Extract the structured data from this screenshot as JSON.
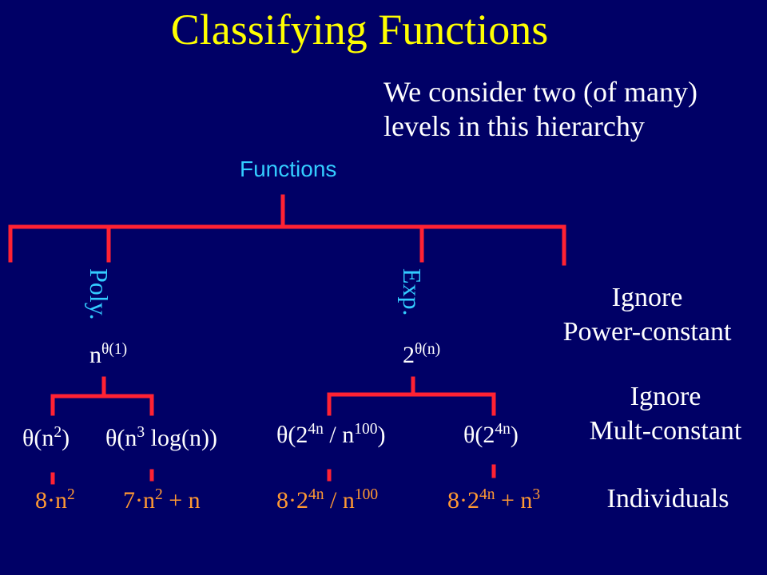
{
  "title": "Classifying Functions",
  "intro": {
    "line1": "We consider two (of many)",
    "line2": "levels in this hierarchy"
  },
  "tree": {
    "root": "Functions",
    "branch_poly": "Poly.",
    "branch_exp": "Exp.",
    "poly_class": {
      "base": "n",
      "exp": "θ(1)"
    },
    "exp_class": {
      "base": "2",
      "exp": "θ(n)"
    },
    "poly_sub": [
      {
        "pre": "θ(n",
        "exp": "2",
        "post": ")"
      },
      {
        "pre": "θ(n",
        "exp": "3",
        "post": " log(n))"
      }
    ],
    "exp_sub": [
      {
        "pre": "θ(2",
        "exp": "4n",
        "post": " / n",
        "exp2": "100",
        "post2": ")"
      },
      {
        "pre": "θ(2",
        "exp": "4n",
        "post": ")"
      }
    ],
    "individuals": [
      {
        "pre": "8·n",
        "exp": "2",
        "post": ""
      },
      {
        "pre": "7·n",
        "exp": "2",
        "post": " + n"
      },
      {
        "pre": "8·2",
        "exp": "4n",
        "post": " / n",
        "exp2": "100"
      },
      {
        "pre": "8·2",
        "exp": "4n",
        "post": " + n",
        "exp2": "3"
      }
    ]
  },
  "levels": {
    "power_line1": "Ignore",
    "power_line2": "Power-constant",
    "mult_line1": "Ignore",
    "mult_line2": "Mult-constant",
    "individuals": "Individuals"
  },
  "colors": {
    "background": "#000066",
    "title": "#ffff00",
    "lines": "#ff2233",
    "cyan_text": "#33ccff",
    "orange_text": "#ff9933"
  }
}
